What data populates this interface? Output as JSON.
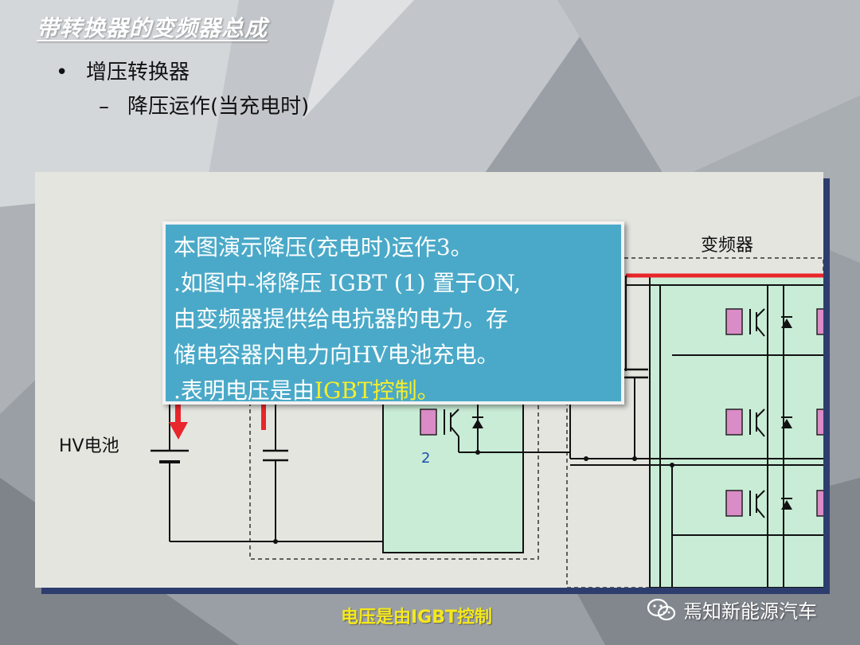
{
  "slide": {
    "title": "带转换器的变频器总成",
    "bullet_1": "增压转换器",
    "bullet_1_marker": "•",
    "bullet_2": "降压运作(当充电时)",
    "bullet_2_marker": "–"
  },
  "diagram": {
    "label_battery": "HV电池",
    "label_inverter": "变频器",
    "label_igbt_number": "2"
  },
  "callout": {
    "line_1": "本图演示降压(充电时)运作3。",
    "line_2": ".如图中-将降压 IGBT (1) 置于ON,",
    "line_3": "由变频器提供给电抗器的电力。存",
    "line_4": "储电容器内电力向HV电池充电。",
    "line_5_prefix": ".表明电压是由",
    "line_5_highlight": "IGBT控制。"
  },
  "caption": "电压是由IGBT控制",
  "watermark": {
    "text": "焉知新能源汽车",
    "icon": "wechat-icon"
  },
  "colors": {
    "callout_bg": "#4aa9c8",
    "highlight": "#f5ee2a",
    "current_arrow": "#e8262b",
    "module_fill": "#c8ecd6",
    "igbt_gate": "#d98cc6"
  }
}
